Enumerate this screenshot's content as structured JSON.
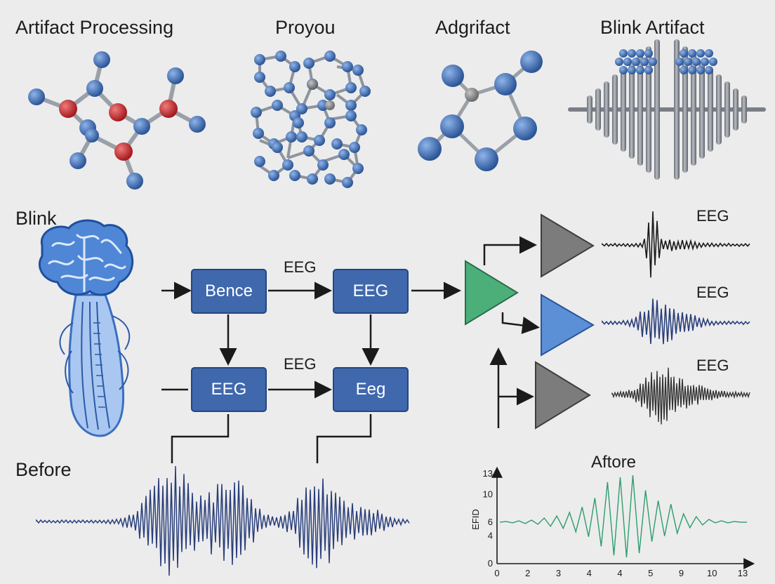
{
  "titles": {
    "artifact_processing": "Artifact Processing",
    "proyou": "Proyou",
    "adgrifact": "Adgrifact",
    "blink_artifact": "Blink Artifact"
  },
  "labels": {
    "blink": "Blink",
    "before": "Before",
    "afterchart_title": "Aftore"
  },
  "flow": {
    "box_bence": "Bence",
    "box_eeg_top": "EEG",
    "box_eeg_bottom": "EEG",
    "box_eeg_lower": "Eeg",
    "arrow_label_top": "EEG",
    "arrow_label_bottom": "EEG"
  },
  "outputs": {
    "out1_label": "EEG",
    "out2_label": "EEG",
    "out3_label": "EEG"
  },
  "colors": {
    "box_fill": "#3f68ad",
    "box_border": "#24467e",
    "triangle_green": "#4caf7a",
    "triangle_blue": "#5b8fd6",
    "triangle_gray": "#7c7c7c",
    "atom_blue": "#3f6fb2",
    "atom_red": "#c8262a",
    "atom_gray": "#808080",
    "wave_navy": "#2a3f7a",
    "wave_green": "#2e9d6a",
    "brain_blue": "#6f9fe0"
  },
  "icons": {
    "molecule_1": "molecule-icon",
    "molecule_2": "molecule-cluster-icon",
    "molecule_3": "molecule-ring-icon",
    "blink_comb": "blink-signal-comb-icon",
    "brain": "brain-jellyfish-icon",
    "amplifier": "triangle-amplifier-icon"
  },
  "chart_data": {
    "type": "line",
    "title": "Aftore",
    "xlabel": "",
    "ylabel": "EFID",
    "xticks": [
      "0",
      "2",
      "3",
      "4",
      "4",
      "5",
      "9",
      "10",
      "13"
    ],
    "yticks": [
      "0",
      "4",
      "6",
      "10",
      "13"
    ],
    "ylim": [
      0,
      13
    ],
    "series": [
      {
        "values": [
          6,
          6.1,
          5.9,
          6.2,
          5.8,
          6.3,
          5.7,
          6.6,
          5.4,
          6.9,
          5.1,
          7.4,
          4.6,
          8.2,
          3.9,
          9.5,
          2.5,
          11.8,
          1.2,
          12.5,
          0.9,
          12.8,
          1.5,
          10.6,
          3.2,
          9.1,
          4.0,
          8.6,
          4.4,
          7.2,
          5.2,
          6.8,
          5.6,
          6.4,
          5.9,
          6.2,
          5.9,
          6.1,
          6.0,
          6.0
        ]
      }
    ]
  }
}
